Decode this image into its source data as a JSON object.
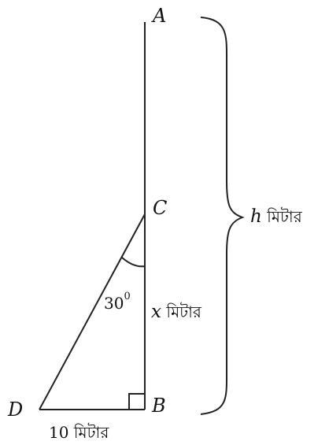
{
  "points": {
    "A": "A",
    "B": "B",
    "C": "C",
    "D": "D"
  },
  "angle_label": "30",
  "angle_degree": "0",
  "base_label": "10 মিটার",
  "cb_variable": "x",
  "cb_unit": " মিটার",
  "ab_variable": "h",
  "ab_unit": " মিটার"
}
